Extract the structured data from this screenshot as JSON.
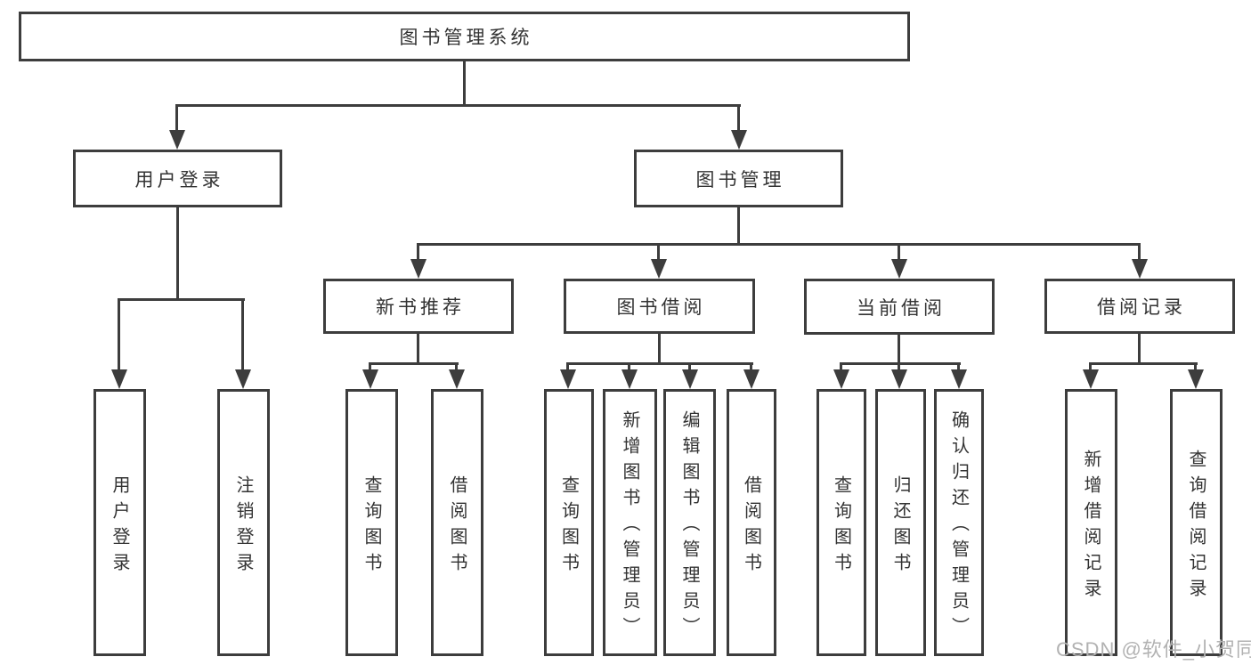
{
  "diagram": {
    "root": "图书管理系统",
    "level2": [
      "用户登录",
      "图书管理"
    ],
    "level3": [
      "新书推荐",
      "图书借阅",
      "当前借阅",
      "借阅记录"
    ],
    "leaves": [
      "用户登录",
      "注销登录",
      "查询图书",
      "借阅图书",
      "查询图书",
      "新增图书（管理员）",
      "编辑图书（管理员）",
      "借阅图书",
      "查询图书",
      "归还图书",
      "确认归还（管理员）",
      "新增借阅记录",
      "查询借阅记录"
    ]
  },
  "watermark": "CSDN @软件_小贺同学",
  "colors": {
    "line": "#3d3d3d",
    "text": "#333333",
    "watermark": "#b2b2b2",
    "background": "#ffffff"
  }
}
